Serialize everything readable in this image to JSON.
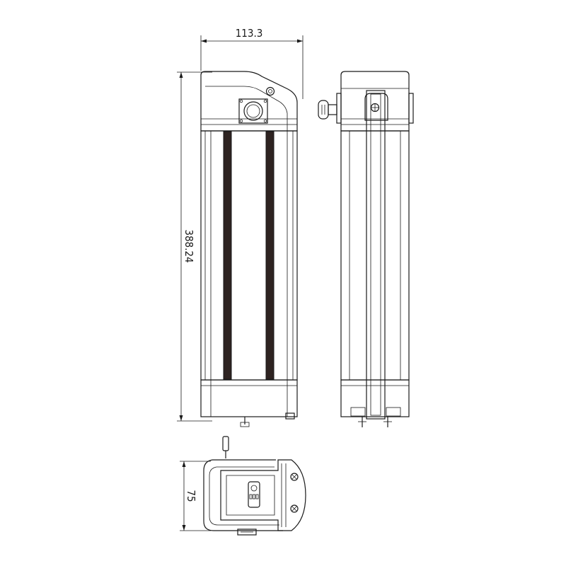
{
  "dimensions": {
    "width": "113.3",
    "height": "388.24",
    "depth": "75"
  },
  "colors": {
    "line": "#1a1a1a",
    "stripe": "#2e2321",
    "background": "#ffffff"
  }
}
